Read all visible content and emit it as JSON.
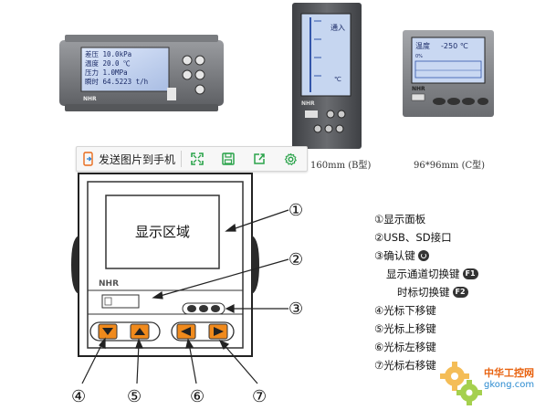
{
  "toolbar": {
    "send_label": "发送图片到手机",
    "icons": [
      "phone-send-icon",
      "expand-icon",
      "save-icon",
      "share-icon",
      "gear-icon"
    ]
  },
  "products": {
    "a_readings": [
      {
        "label": "差压",
        "value": "10.0kPa"
      },
      {
        "label": "温度",
        "value": "20.0 ℃"
      },
      {
        "label": "压力",
        "value": "1.0MPa"
      },
      {
        "label": "瞬时",
        "value": "64.5223 t/h"
      }
    ],
    "b_caption": "160mm (B型)",
    "b_screen_label": "通入",
    "b_screen_unit": "℃",
    "c_caption": "96*96mm (C型)",
    "c_screen_label": "温度",
    "c_screen_value": "-250 ℃",
    "c_screen_scale": "0%",
    "brand": "NHR"
  },
  "diagram": {
    "display_area": "显示区域",
    "brand": "NHR",
    "callouts": [
      "①",
      "②",
      "③",
      "④",
      "⑤",
      "⑥",
      "⑦"
    ]
  },
  "legend": {
    "items": [
      "①显示面板",
      "②USB、SD接口",
      "③确认键",
      "显示通道切换键",
      "时标切换键",
      "④光标下移键",
      "⑤光标上移键",
      "⑥光标左移键",
      "⑦光标右移键"
    ],
    "keys": [
      "F1",
      "F2"
    ]
  },
  "watermark": {
    "title": "中华工控网",
    "url": "gkong.com"
  },
  "colors": {
    "panel_gray": "#8a8c90",
    "lcd_blue": "#c9d8f2",
    "button_orange": "#f08a1c",
    "watermark_orange": "#e8620f",
    "watermark_blue": "#2a8ad0"
  }
}
